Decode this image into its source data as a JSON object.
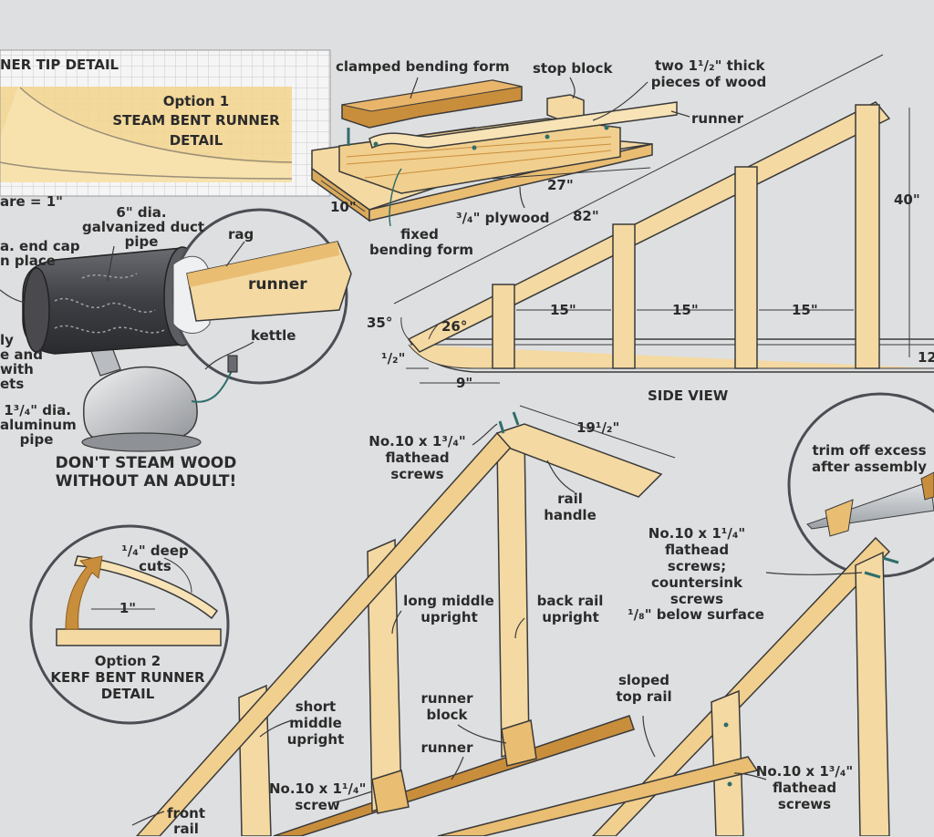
{
  "colors": {
    "background": "#dedfe1",
    "wood_light": "#f4d9a2",
    "wood_mid": "#e9bd72",
    "wood_dark": "#c98e3c",
    "grid_paper": "#f3d48c",
    "grid_line": "#e2e2e2",
    "line": "#3a3a3a",
    "duct_dark": "#4a4a4e",
    "metal": "#b9bcc0",
    "screw": "#2f6e6a"
  },
  "tip_detail": {
    "heading": "NER TIP DETAIL",
    "option_title": "Option 1",
    "option_sub1": "STEAM BENT RUNNER",
    "option_sub2": "DETAIL",
    "scale_note": "are = 1\""
  },
  "bending_form": {
    "clamped_form": "clamped bending form",
    "stop_block": "stop block",
    "two_pieces_1": "two 1¹/₂\" thick",
    "two_pieces_2": "pieces of wood",
    "runner": "runner",
    "dim_27": "27\"",
    "dim_10": "10\"",
    "plywood": "³/₄\" plywood",
    "fixed_form_1": "fixed",
    "fixed_form_2": "bending form"
  },
  "steamer": {
    "duct_1": "6\" dia.",
    "duct_2": "galvanized duct",
    "duct_3": "pipe",
    "end_cap_1": "a. end cap",
    "end_cap_2": "n place",
    "rag": "rag",
    "runner": "runner",
    "kettle": "kettle",
    "ly_1": "ly",
    "ly_2": "e and",
    "ly_3": "with",
    "ly_4": "ets",
    "alu_1": "1³/₄\" dia.",
    "alu_2": "aluminum",
    "alu_3": "pipe",
    "warning_1": "DON'T STEAM WOOD",
    "warning_2": "WITHOUT AN ADULT!"
  },
  "side_view": {
    "title": "SIDE VIEW",
    "dim_82": "82\"",
    "dim_40": "40\"",
    "dim_12": "12",
    "spacing": [
      "15\"",
      "15\"",
      "15\""
    ],
    "angle_35": "35°",
    "angle_26": "26°",
    "dim_half": "¹/₂\"",
    "dim_9": "9\""
  },
  "kerf_detail": {
    "cuts_1": "¹/₄\" deep",
    "cuts_2": "cuts",
    "spacing": "1\"",
    "title_1": "Option 2",
    "title_2": "KERF BENT RUNNER",
    "title_3": "DETAIL"
  },
  "assembly": {
    "screws_top_1": "No.10 x 1³/₄\"",
    "screws_top_2": "flathead",
    "screws_top_3": "screws",
    "dim_19": "19¹/₂\"",
    "rail_handle_1": "rail",
    "rail_handle_2": "handle",
    "long_middle_1": "long middle",
    "long_middle_2": "upright",
    "back_rail_1": "back rail",
    "back_rail_2": "upright",
    "short_middle_1": "short",
    "short_middle_2": "middle",
    "short_middle_3": "upright",
    "runner_block_1": "runner",
    "runner_block_2": "block",
    "runner": "runner",
    "screw_1": "No.10 x 1¹/₄\"",
    "screw_2": "screw",
    "front_rail_1": "front",
    "front_rail_2": "rail",
    "sloped_1": "sloped",
    "sloped_2": "top rail",
    "trim_1": "trim off excess",
    "trim_2": "after assembly",
    "counter_1": "No.10 x 1¹/₄\"",
    "counter_2": "flathead",
    "counter_3": "screws;",
    "counter_4": "countersink",
    "counter_5": "screws",
    "counter_6": "¹/₈\" below surface",
    "screws_bottom_1": "No.10 x 1³/₄\"",
    "screws_bottom_2": "flathead",
    "screws_bottom_3": "screws"
  }
}
